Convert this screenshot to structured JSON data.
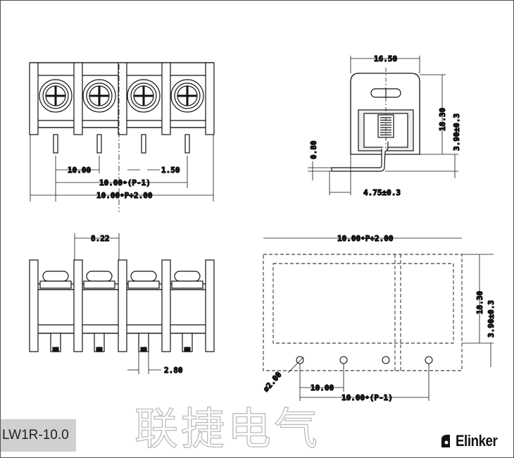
{
  "drawing": {
    "front_view": {
      "pitch": "10.00",
      "pin_width": "1.50",
      "pitch_span": "10.00•(P-1)",
      "overall_length": "10.00•P+2.00"
    },
    "side_section": {
      "width": "16.50",
      "height": "18.30",
      "pin_length": "3.90±0.3",
      "pin_thickness": "0.80",
      "pin_offset": "4.75±0.3"
    },
    "rear_view": {
      "barrier_spacing": "8.22",
      "pin_spacing": "2.80"
    },
    "pcb_layout": {
      "overall_length": "10.00•P+2.00",
      "height": "18.30",
      "pin_length": "3.90±0.3",
      "hole_diameter": "⌀2.00",
      "pitch": "10.00",
      "pitch_span": "10.00•(P-1)"
    }
  },
  "watermark": "联捷电气",
  "model_label": "LW1R-10.0",
  "brand": "Elinker"
}
